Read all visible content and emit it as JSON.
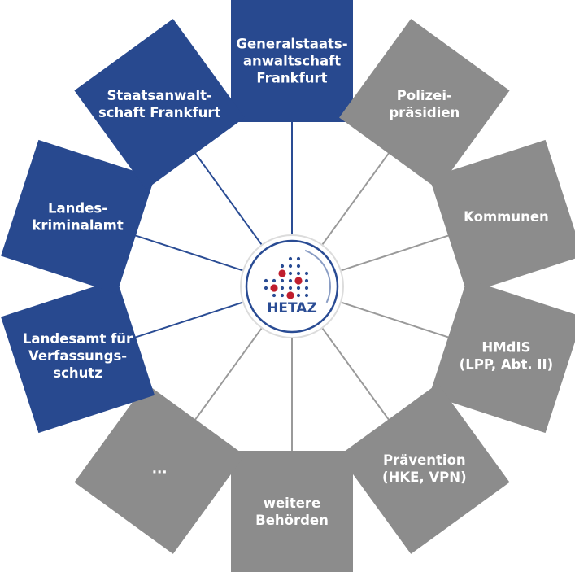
{
  "center": {
    "label": "HETAZ",
    "colors": {
      "border": "#2a4c94",
      "text": "#2a4c94",
      "dot_blue": "#2a4c94",
      "dot_red": "#c01e2e",
      "ring": "#dcdcdc"
    }
  },
  "colors": {
    "blue": "#28498f",
    "gray": "#8c8c8c",
    "blue_line": "#2a4c94",
    "gray_line": "#9a9a9a",
    "text": "#ffffff"
  },
  "nodes": [
    {
      "id": "generalstaatsanwaltschaft",
      "color": "blue",
      "lines": [
        "Generalstaats-",
        "anwaltschaft",
        "Frankfurt"
      ]
    },
    {
      "id": "polizeipraesidien",
      "color": "gray",
      "lines": [
        "Polizei-",
        "präsidien"
      ]
    },
    {
      "id": "kommunen",
      "color": "gray",
      "lines": [
        "Kommunen"
      ]
    },
    {
      "id": "hmdis",
      "color": "gray",
      "lines": [
        "HMdIS",
        "(LPP, Abt. II)"
      ]
    },
    {
      "id": "praevention",
      "color": "gray",
      "lines": [
        "Prävention",
        "(HKE, VPN)"
      ]
    },
    {
      "id": "weitere-behoerden",
      "color": "gray",
      "lines": [
        "weitere",
        "Behörden"
      ]
    },
    {
      "id": "ellipsis",
      "color": "gray",
      "lines": [
        "..."
      ]
    },
    {
      "id": "landesamt-verfassungsschutz",
      "color": "blue",
      "lines": [
        "Landesamt für",
        "Verfassungs-",
        "schutz"
      ]
    },
    {
      "id": "landeskriminalamt",
      "color": "blue",
      "lines": [
        "Landes-",
        "kriminalamt"
      ]
    },
    {
      "id": "staatsanwaltschaft-frankfurt",
      "color": "blue",
      "lines": [
        "Staatsanwalt-",
        "schaft Frankfurt"
      ]
    }
  ]
}
